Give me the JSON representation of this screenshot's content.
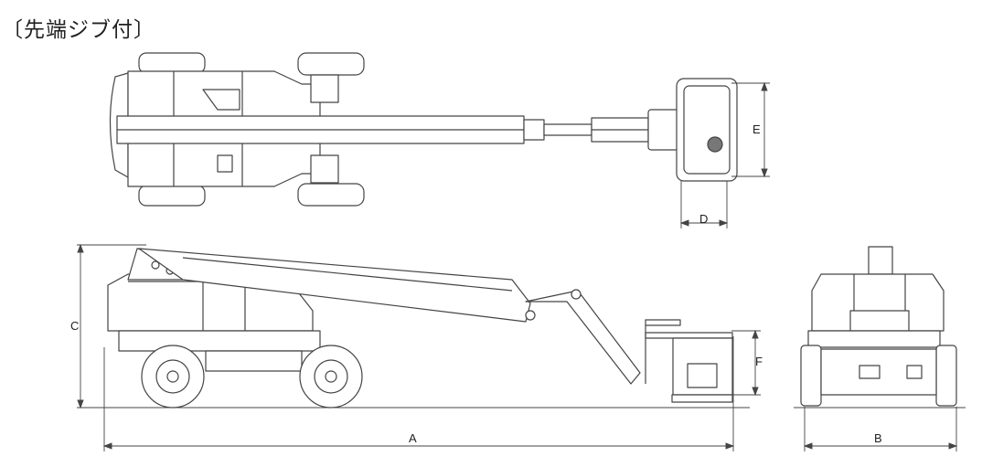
{
  "title": "〔先端ジブ付〕",
  "dimensions": {
    "A": "A",
    "B": "B",
    "C": "C",
    "D": "D",
    "E": "E",
    "F": "F"
  }
}
